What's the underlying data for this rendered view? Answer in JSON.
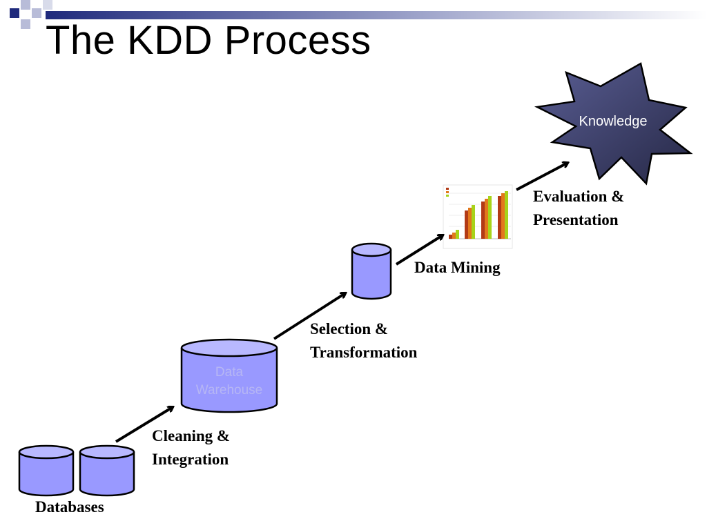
{
  "slide": {
    "title": "The KDD Process"
  },
  "diagram": {
    "databases_label": "Databases",
    "warehouse_label": [
      "Data",
      "Warehouse"
    ],
    "knowledge_label": "Knowledge",
    "steps": [
      {
        "lines": [
          "Cleaning &",
          "Integration"
        ]
      },
      {
        "lines": [
          "Selection &",
          "Transformation"
        ]
      },
      {
        "lines": [
          "Data Mining"
        ]
      },
      {
        "lines": [
          "Evaluation &",
          "Presentation"
        ]
      }
    ]
  },
  "colors": {
    "cylinder_fill": "#9999ff",
    "cylinder_top": "#b8b8ff",
    "star_fill": "#3a3d6a",
    "header_blue": "#202a7a"
  }
}
